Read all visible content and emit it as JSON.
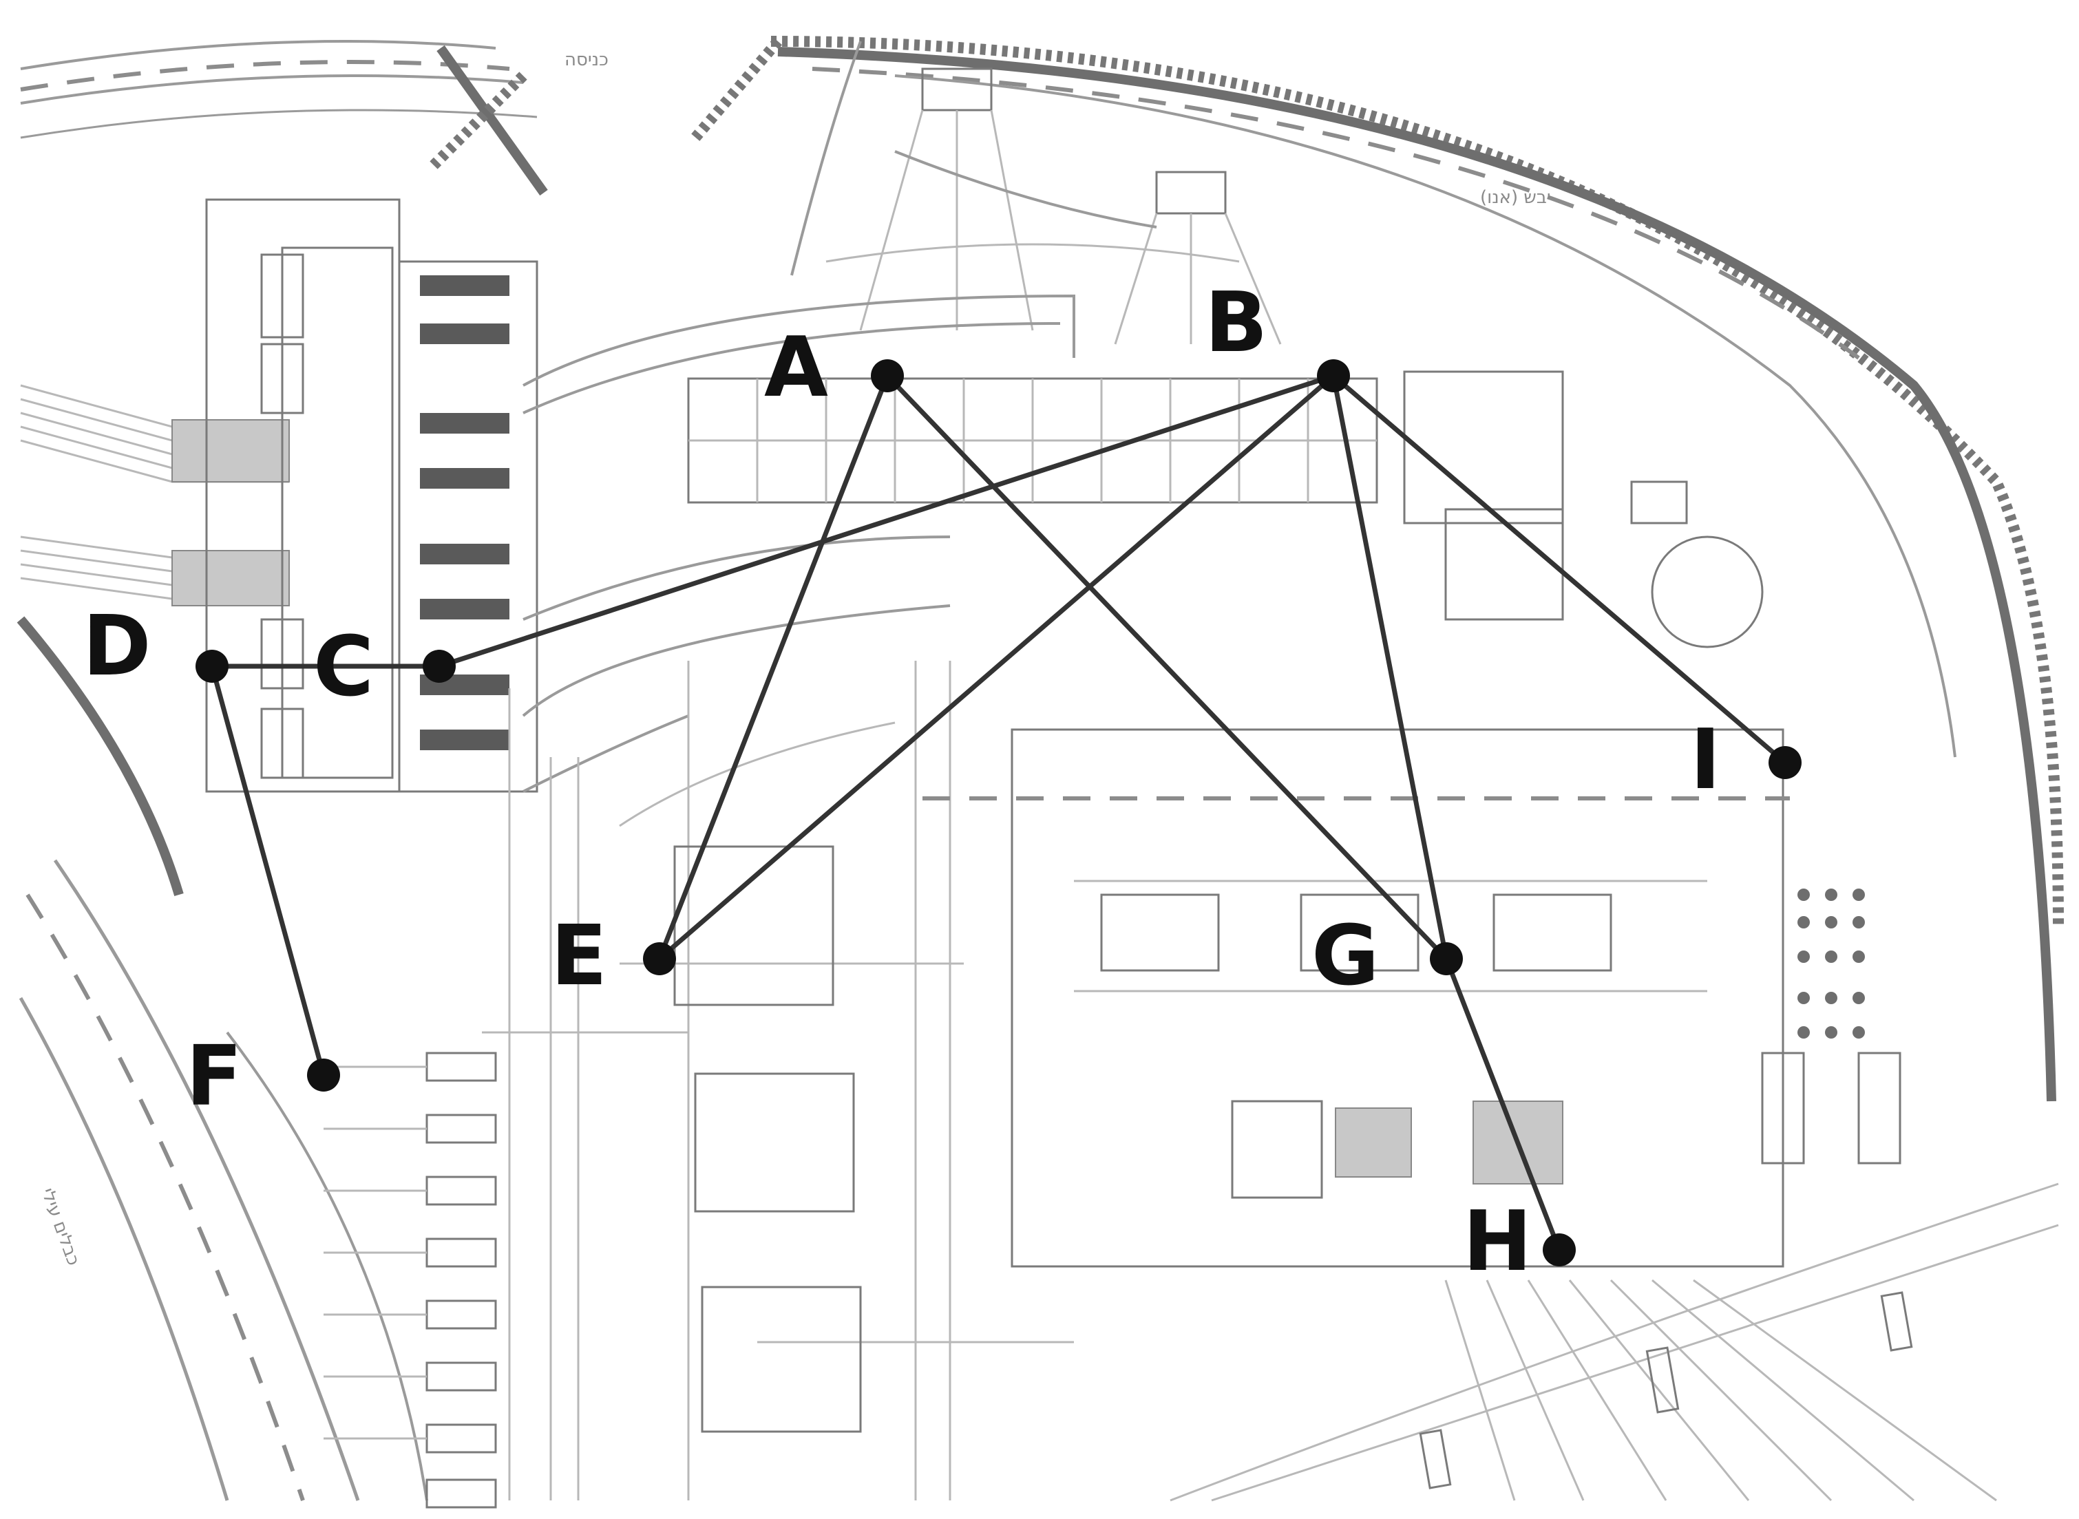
{
  "diagram": {
    "background_note_labels": [
      "כניסה",
      "יבש (אנו)",
      "כבלים עילי"
    ],
    "colors": {
      "edge": "#333333",
      "node": "#111111",
      "label": "#111111",
      "plan_lines": "#9a9a9a"
    },
    "nodes": [
      {
        "id": "A",
        "label": "A"
      },
      {
        "id": "B",
        "label": "B"
      },
      {
        "id": "C",
        "label": "C"
      },
      {
        "id": "D",
        "label": "D"
      },
      {
        "id": "E",
        "label": "E"
      },
      {
        "id": "F",
        "label": "F"
      },
      {
        "id": "G",
        "label": "G"
      },
      {
        "id": "H",
        "label": "H"
      },
      {
        "id": "I",
        "label": "I"
      }
    ],
    "edges": [
      {
        "from": "A",
        "to": "E"
      },
      {
        "from": "A",
        "to": "G"
      },
      {
        "from": "B",
        "to": "C"
      },
      {
        "from": "B",
        "to": "E"
      },
      {
        "from": "B",
        "to": "G"
      },
      {
        "from": "B",
        "to": "I"
      },
      {
        "from": "C",
        "to": "D"
      },
      {
        "from": "D",
        "to": "F"
      },
      {
        "from": "G",
        "to": "H"
      }
    ]
  }
}
